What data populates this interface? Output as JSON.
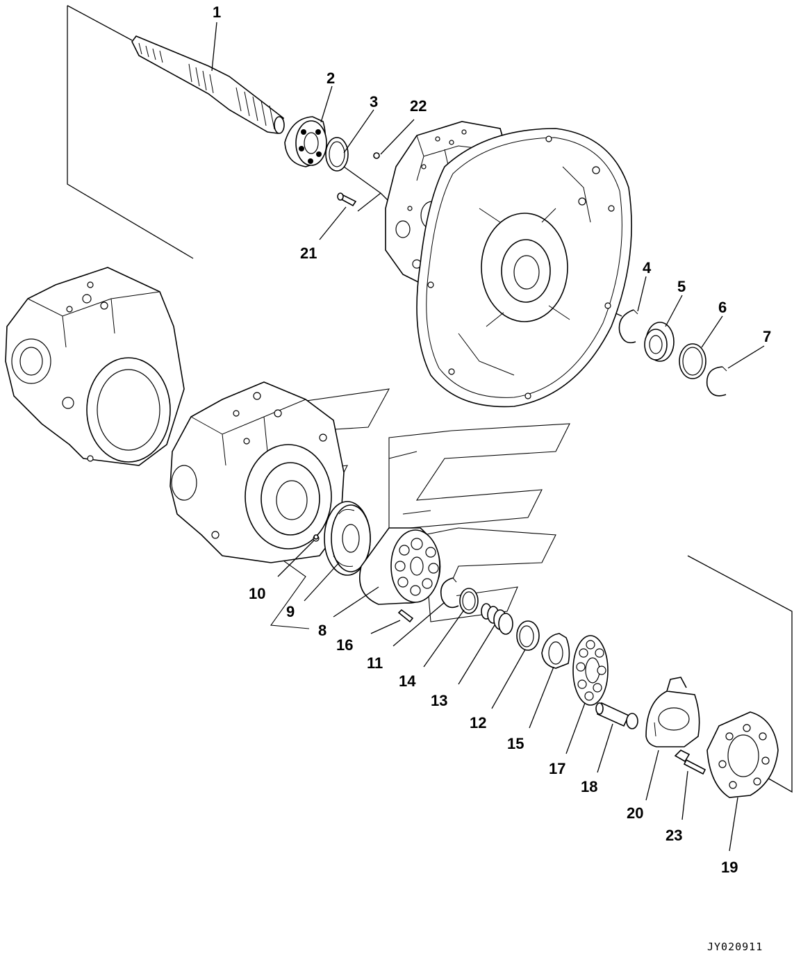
{
  "drawing": {
    "reference_code": "JY020911",
    "callouts": [
      {
        "id": "1",
        "label": "1"
      },
      {
        "id": "2",
        "label": "2"
      },
      {
        "id": "3",
        "label": "3"
      },
      {
        "id": "22",
        "label": "22"
      },
      {
        "id": "21",
        "label": "21"
      },
      {
        "id": "4",
        "label": "4"
      },
      {
        "id": "5",
        "label": "5"
      },
      {
        "id": "6",
        "label": "6"
      },
      {
        "id": "7",
        "label": "7"
      },
      {
        "id": "10",
        "label": "10"
      },
      {
        "id": "9",
        "label": "9"
      },
      {
        "id": "8",
        "label": "8"
      },
      {
        "id": "16",
        "label": "16"
      },
      {
        "id": "11",
        "label": "11"
      },
      {
        "id": "14",
        "label": "14"
      },
      {
        "id": "13",
        "label": "13"
      },
      {
        "id": "12",
        "label": "12"
      },
      {
        "id": "15",
        "label": "15"
      },
      {
        "id": "17",
        "label": "17"
      },
      {
        "id": "18",
        "label": "18"
      },
      {
        "id": "20",
        "label": "20"
      },
      {
        "id": "23",
        "label": "23"
      },
      {
        "id": "19",
        "label": "19"
      }
    ]
  }
}
